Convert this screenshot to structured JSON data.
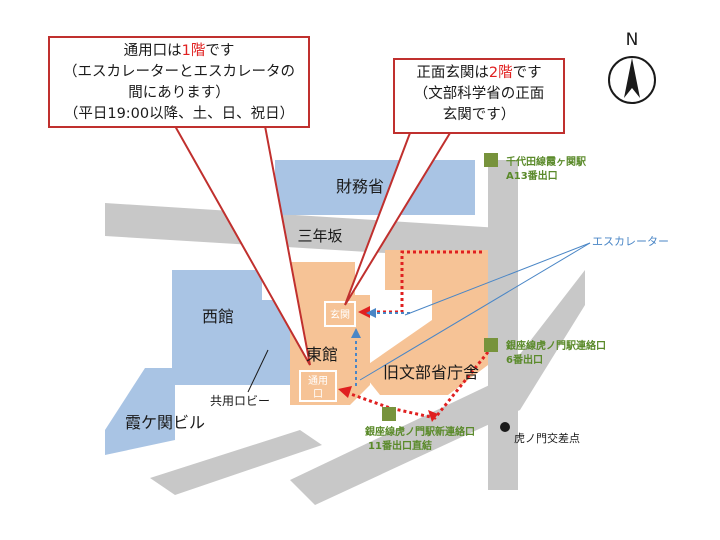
{
  "callout_left": {
    "line1_pre": "通用口は",
    "line1_hl": "1階",
    "line1_post": "です",
    "line2": "（エスカレーターとエスカレータの",
    "line3": "間にあります）",
    "line4": "（平日19:00以降、土、日、祝日）"
  },
  "callout_right": {
    "line1_pre": "正面玄関は",
    "line1_hl": "2階",
    "line1_post": "です",
    "line2": "（文部科学省の正面",
    "line3": "玄関です）"
  },
  "compass": {
    "label": "N"
  },
  "labels": {
    "zaimusho": "財務省",
    "sannenzaka": "三年坂",
    "nishikan": "西館",
    "higashikan": "東館",
    "kyumonbu": "旧文部省庁舎",
    "kasumigaseki_bldg": "霞ケ関ビル",
    "kyoyo_lobby": "共用ロビー",
    "genkan": "玄関",
    "tsuyoguchi_1": "通用",
    "tsuyoguchi_2": "口",
    "escalator": "エスカレーター",
    "toranomon_crossing": "虎ノ門交差点"
  },
  "stations": {
    "chiyoda_line1": "千代田線霞ヶ関駅",
    "chiyoda_line2": "A13番出口",
    "ginza_exit6_line1": "銀座線虎ノ門駅連絡口",
    "ginza_exit6_line2": "6番出口",
    "ginza_exit11_line1": "銀座線虎ノ門駅新連絡口",
    "ginza_exit11_line2": "11番出口直結"
  },
  "colors": {
    "road": "#c8c8c8",
    "building_blue": "#a9c4e4",
    "building_orange": "#f6c396",
    "station_green": "#77933c",
    "route_red": "#e02020",
    "arrow_blue": "#4a86c6",
    "callout_border": "#c0302e"
  }
}
